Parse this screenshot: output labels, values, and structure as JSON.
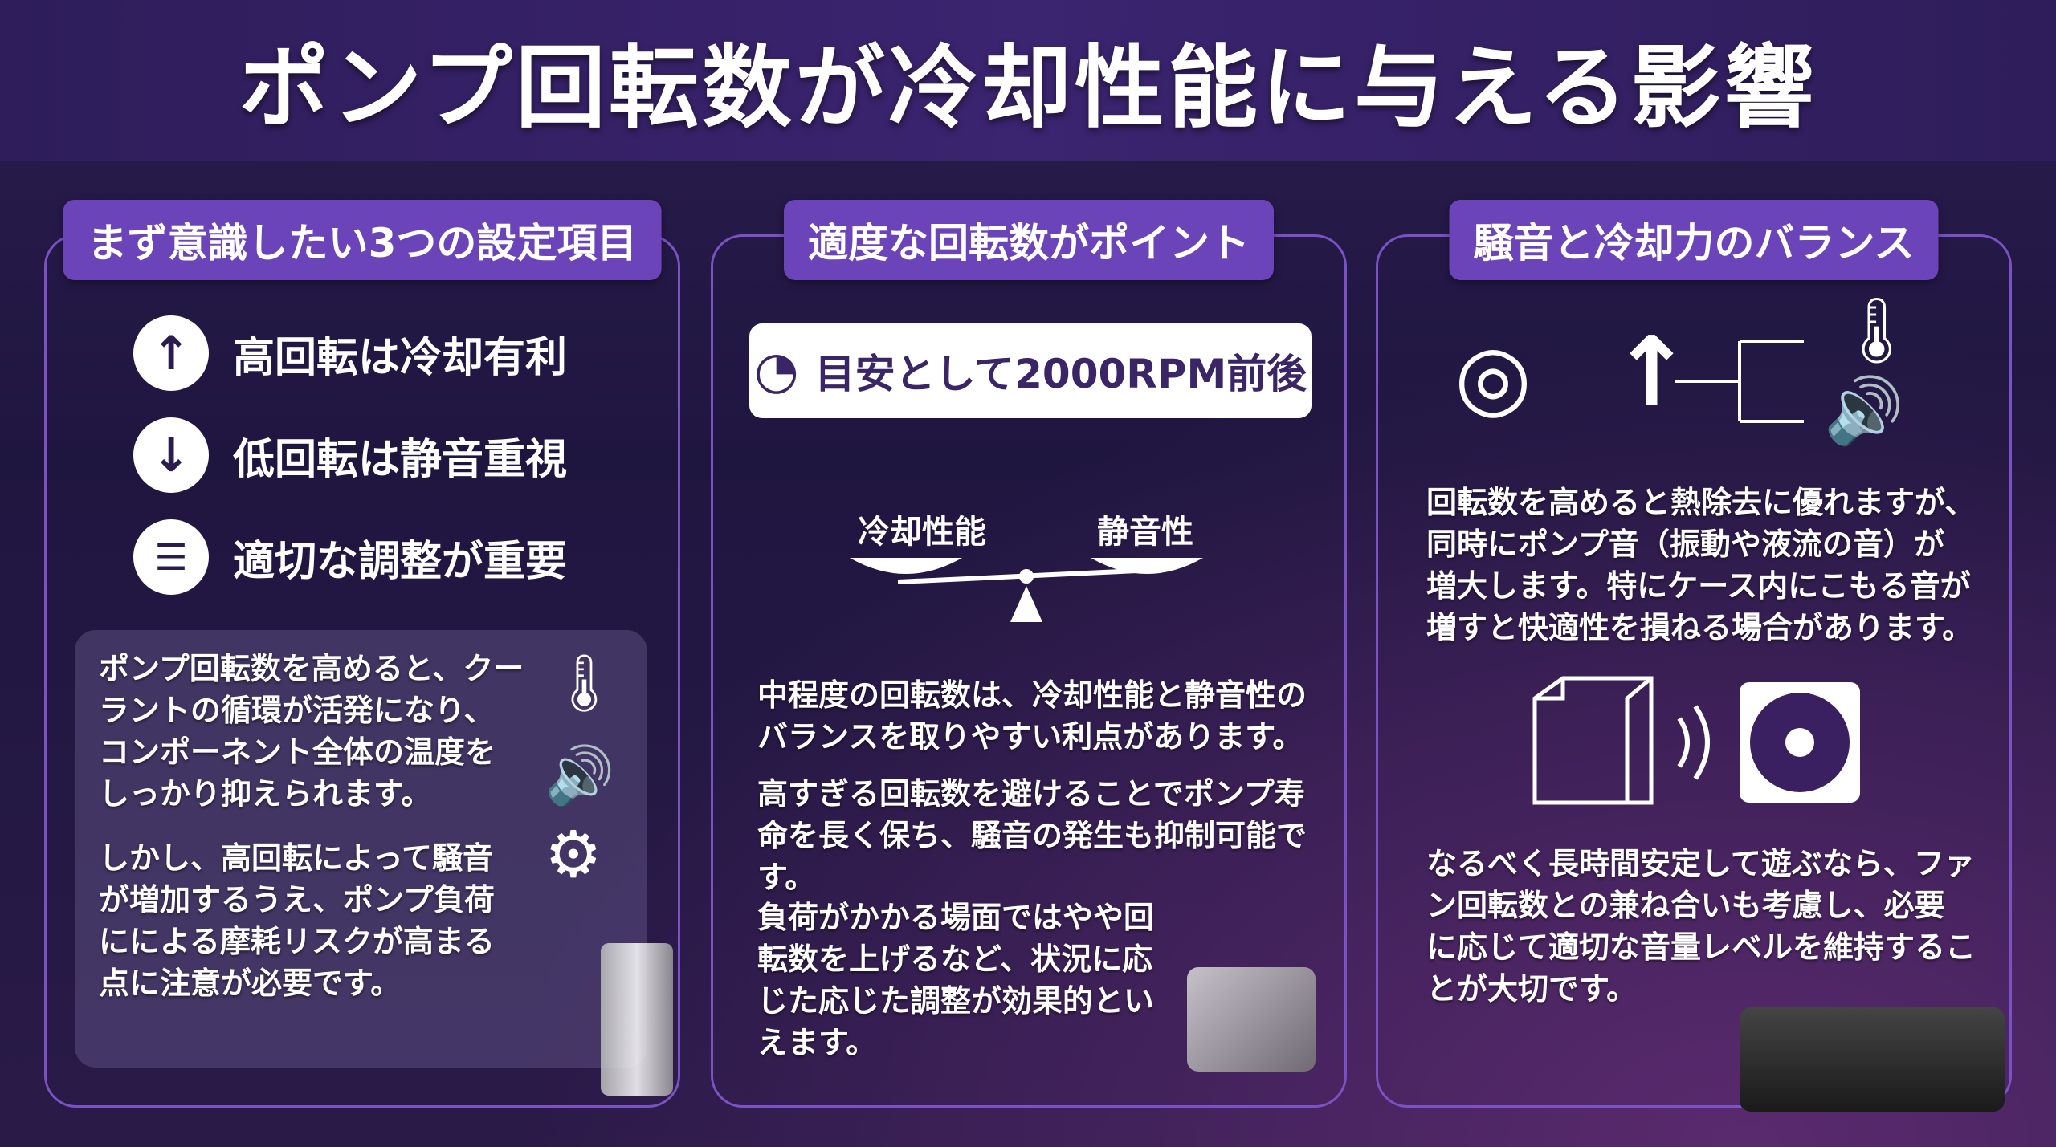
{
  "title": "ポンプ回転数が冷却性能に与える影響",
  "panels": [
    {
      "header": "まず意識したい3つの設定項目",
      "items": [
        {
          "icon": "arrow-up-icon",
          "label": "高回転は冷却有利"
        },
        {
          "icon": "arrow-down-icon",
          "label": "低回転は静音重視"
        },
        {
          "icon": "sliders-icon",
          "label": "適切な調整が重要"
        }
      ],
      "para1": [
        "ポンプ回転数を高めると、クー",
        "ラントの循環が活発になり、",
        "コンポーネント全体の温度を",
        "しっかり抑えられます。"
      ],
      "para2": [
        "しかし、高回転によって騒音",
        "が増加するうえ、ポンプ負荷",
        "にによる摩耗リスクが高まる",
        "点に注意が必要です。"
      ]
    },
    {
      "header": "適度な回転数がポイント",
      "badge": "目安として2000RPM前後",
      "scale_left": "冷却性能",
      "scale_right": "静音性",
      "para1": [
        "中程度の回転数は、冷却性能と静音性の",
        "バランスを取りやすい利点があります。"
      ],
      "para2": [
        "高すぎる回転数を避けることでポンプ寿",
        "命を長く保ち、騒音の発生も抑制可能で",
        "す。"
      ],
      "para3": [
        "負荷がかかる場面ではやや回",
        "転数を上げるなど、状況に応",
        "じた応じた調整が効果的とい",
        "えます。"
      ]
    },
    {
      "header": "騒音と冷却力のバランス",
      "para1": [
        "回転数を高めると熱除去に優れますが、",
        "同時にポンプ音（振動や液流の音）が",
        "増大します。特にケース内にこもる音が",
        "増すと快適性を損ねる場合があります。"
      ],
      "para2": [
        "なるべく長時間安定して遊ぶなら、ファ",
        "ン回転数との兼ね合いも考慮し、必要",
        "に応じて適切な音量レベルを維持するこ",
        "とが大切です。"
      ]
    }
  ]
}
